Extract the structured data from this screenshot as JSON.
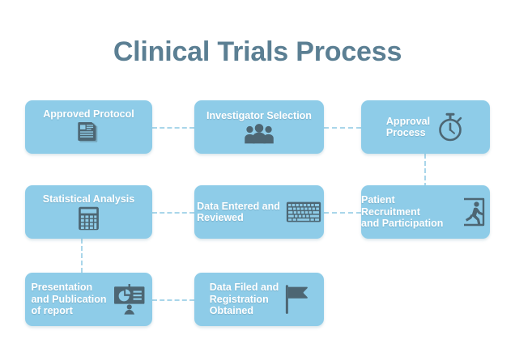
{
  "page": {
    "title": "Clinical Trials Process",
    "background_color": "#ffffff",
    "title_color": "#5b7f93",
    "box_color": "#8ecce8",
    "icon_color": "#4d6673",
    "connector_color": "#a9d6ea",
    "label_color": "#ffffff"
  },
  "diagram": {
    "type": "flowchart",
    "layout": "3 rows x 3 columns, serpentine flow",
    "steps": [
      {
        "order": 1,
        "label": "Approved Protocol",
        "icon": "document-icon",
        "icon_position": "below",
        "row": 1,
        "column": 1
      },
      {
        "order": 2,
        "label": "Investigator Selection",
        "icon": "people-group-icon",
        "icon_position": "below",
        "row": 1,
        "column": 2
      },
      {
        "order": 3,
        "label": "Approval\nProcess",
        "icon": "stopwatch-icon",
        "icon_position": "right",
        "row": 1,
        "column": 3
      },
      {
        "order": 4,
        "label": "Patient Recruitment\nand Participation",
        "icon": "running-person-exit-icon",
        "icon_position": "right",
        "row": 2,
        "column": 3
      },
      {
        "order": 5,
        "label": "Data Entered and\nReviewed",
        "icon": "keyboard-icon",
        "icon_position": "right",
        "row": 2,
        "column": 2
      },
      {
        "order": 6,
        "label": "Statistical Analysis",
        "icon": "calculator-icon",
        "icon_position": "below",
        "row": 2,
        "column": 1
      },
      {
        "order": 7,
        "label": "Presentation\nand Publication\nof report",
        "icon": "presentation-board-icon",
        "icon_position": "right",
        "row": 3,
        "column": 1
      },
      {
        "order": 8,
        "label": "Data Filed and\nRegistration\nObtained",
        "icon": "flag-icon",
        "icon_position": "right",
        "row": 3,
        "column": 2
      }
    ],
    "connectors": [
      {
        "name": "approved-protocol-to-investigator-selection",
        "orientation": "horizontal"
      },
      {
        "name": "investigator-selection-to-approval-process",
        "orientation": "horizontal"
      },
      {
        "name": "approval-process-to-patient-recruitment",
        "orientation": "vertical"
      },
      {
        "name": "patient-recruitment-to-data-entered",
        "orientation": "horizontal"
      },
      {
        "name": "data-entered-to-statistical-analysis",
        "orientation": "horizontal"
      },
      {
        "name": "statistical-analysis-to-presentation",
        "orientation": "vertical"
      },
      {
        "name": "presentation-to-data-filed",
        "orientation": "horizontal"
      }
    ]
  }
}
